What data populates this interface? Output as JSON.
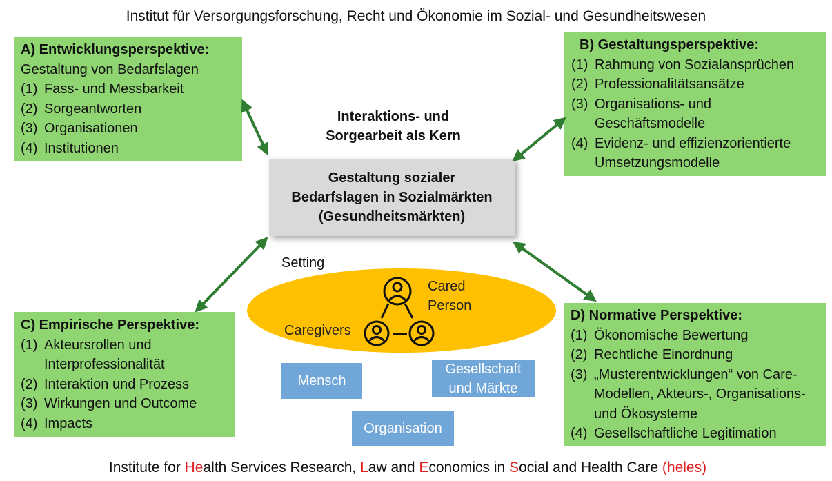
{
  "header": {
    "title": "Institut für Versorgungsforschung, Recht und Ökonomie im Sozial- und Gesundheitswesen"
  },
  "footer": {
    "segments": [
      {
        "text": "Institute for ",
        "red": false
      },
      {
        "text": "He",
        "red": true
      },
      {
        "text": "alth Services Research, ",
        "red": false
      },
      {
        "text": "L",
        "red": true
      },
      {
        "text": "aw and ",
        "red": false
      },
      {
        "text": "E",
        "red": true
      },
      {
        "text": "conomics in ",
        "red": false
      },
      {
        "text": "S",
        "red": true
      },
      {
        "text": "ocial and Health Care ",
        "red": false
      },
      {
        "text": "(heles)",
        "red": true
      }
    ]
  },
  "perspectives": {
    "a": {
      "title": "A) Entwicklungsperspektive:",
      "subtitle": "Gestaltung von Bedarfslagen",
      "items": [
        {
          "num": "(1)",
          "text": "Fass- und Messbarkeit"
        },
        {
          "num": "(2)",
          "text": "Sorgeantworten"
        },
        {
          "num": "(3)",
          "text": "Organisationen"
        },
        {
          "num": "(4)",
          "text": "Institutionen"
        }
      ]
    },
    "b": {
      "title": "B) Gestaltungsperspektive:",
      "items": [
        {
          "num": "(1)",
          "text": "Rahmung von Sozialansprüchen"
        },
        {
          "num": "(2)",
          "text": "Professionalitätsansätze"
        },
        {
          "num": "(3)",
          "text": "Organisations- und Geschäftsmodelle"
        },
        {
          "num": "(4)",
          "text": "Evidenz- und effizienzorientierte Umsetzungsmodelle"
        }
      ]
    },
    "c": {
      "title": "C) Empirische Perspektive:",
      "items": [
        {
          "num": "(1)",
          "text": "Akteursrollen und Interprofessionalität"
        },
        {
          "num": "(2)",
          "text": "Interaktion und Prozess"
        },
        {
          "num": "(3)",
          "text": "Wirkungen und Outcome"
        },
        {
          "num": "(4)",
          "text": "Impacts"
        }
      ]
    },
    "d": {
      "title": "D) Normative Perspektive:",
      "items": [
        {
          "num": "(1)",
          "text": "Ökonomische Bewertung"
        },
        {
          "num": "(2)",
          "text": "Rechtliche Einordnung"
        },
        {
          "num": "(3)",
          "text": "„Musterentwicklungen“ von Care-Modellen, Akteurs-, Organisations- und Ökosysteme"
        },
        {
          "num": "(4)",
          "text": "Gesellschaftliche Legitimation"
        }
      ]
    }
  },
  "core": {
    "label_line1": "Interaktions- und",
    "label_line2": "Sorgearbeit als Kern"
  },
  "center": {
    "line1": "Gestaltung sozialer",
    "line2": "Bedarfslagen in Sozialmärkten",
    "line3": "(Gesundheitsmärkten)"
  },
  "setting": {
    "label": "Setting",
    "cared_line1": "Cared",
    "cared_line2": "Person",
    "caregivers": "Caregivers",
    "ellipse_color": "#ffc000"
  },
  "levels": {
    "mensch": "Mensch",
    "gesellschaft_line1": "Gesellschaft",
    "gesellschaft_line2": "und Märkte",
    "organisation": "Organisation"
  },
  "colors": {
    "perspective_box": "#8fd672",
    "arrow": "#2e7d32",
    "center_box": "#d9d9d9",
    "level_box": "#71a6d9",
    "footer_highlight": "#e02020"
  }
}
